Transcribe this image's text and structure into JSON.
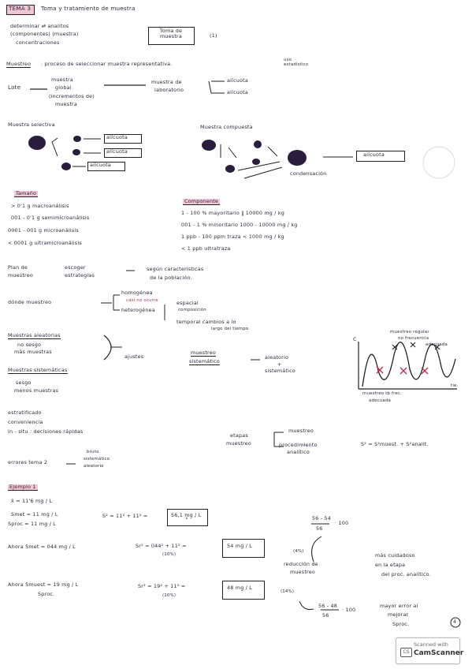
{
  "title": {
    "topic_box": "TEMA 3",
    "text": "Toma y tratamiento de muestra"
  },
  "intro": {
    "l1": "determinar ⇄ analitos",
    "l2": "(componentes) (muestra)",
    "l3": "concentraciones",
    "box": "Toma de muestra",
    "num": "(1)"
  },
  "muestreo": {
    "head": "Muestreo",
    "def": ": proceso de seleccionar muestra representativa.",
    "side": "uso estadístico"
  },
  "lote": {
    "label": "Lote",
    "b1": "muestra",
    "b2": "global",
    "b3": "(incrementos de)",
    "b4": "muestra",
    "lab1": "muestra de",
    "lab2": "laboratorio",
    "al1": "alícuota",
    "al2": "alícuota"
  },
  "selectiva": {
    "head": "Muestra selectiva",
    "a1": "alícuota",
    "a2": "alícuota",
    "a3": "alícuota"
  },
  "compuesta": {
    "head": "Muestra compuesta",
    "cond": "condensación",
    "al": "alícuota"
  },
  "tamano": {
    "head": "Tamaño",
    "rows": [
      "> 0'1 g  macroanálisis",
      "001 - 0'1 g  semimicroanálisis",
      "0001 - 001 g  microanálisis",
      "< 0001 g  ultramicroanálisis"
    ]
  },
  "componente": {
    "head": "Componente",
    "rows": [
      "1 - 100 %  mayoritario  ‖  10000 mg / kg",
      "001 - 1 %  minoritario  1000 - 10000 mg / kg",
      "1 ppb - 100 ppm  traza  < 1000 mg / kg",
      "< 1 ppb  ultratraza"
    ]
  },
  "plan": {
    "l1": "Plan de",
    "l2": "muestreo",
    "l3": "escoger",
    "l4": "estrategias",
    "r1": "según características",
    "r2": "de la población."
  },
  "donde": {
    "label": "dónde muestreo",
    "homo": "homogénea",
    "homo_note": "casi no ocurre",
    "hetero": "heterogénea",
    "esp1": "espacial",
    "esp2": "composición",
    "temp1": "temporal  cambios a lo",
    "temp2": "largo del tiempo"
  },
  "tipos": {
    "aleat": "Muestras aleatorias",
    "a1": "no sesgo",
    "a2": "más muestras",
    "sist": "Muestras sistemáticas",
    "s1": "sesgo",
    "s2": "menos muestras",
    "ajustes": "ajustes",
    "m1": "muestreo",
    "m2": "sistemático",
    "r1": "aleatorio",
    "r2": "+",
    "r3": "sistemático"
  },
  "grafico": {
    "c": "C",
    "top1": "muestreo regular",
    "top2": "no frecuencia",
    "top3": "adecuada",
    "bot1": "muestreo tb frec.",
    "bot2": "adecuada",
    "tie": "tie."
  },
  "otros": {
    "e1": "estratificado",
    "e2": "conveniencia",
    "e3": "in - situ : decisiones rápidas"
  },
  "etapas": {
    "l1": "etapas",
    "l2": "muestreo",
    "m1": "muestreo",
    "m2": "procedimiento",
    "m3": "analítico",
    "eq": "S² = S²muest. + S²analit."
  },
  "errores": {
    "l": "errores  tema 2",
    "r1": "bruto",
    "r2": "sistemático",
    "r3": "aleatorio"
  },
  "ejemplo": {
    "head": "Ejemplo 1",
    "xbar": "x̄ = 11'6 mg / L",
    "smet": "Smet = 11 mg / L",
    "sproc": "Sproc = 11 mg / L",
    "eq1": "S² = 11² + 11² =",
    "res1": "56,1 mg / L",
    "frac1": "56 - 54",
    "frac1b": "56",
    "x100a": "· 100",
    "ahora1": "Ahora  Smet = 044 mg / L",
    "eq2": "Sr² = 044² + 11² =",
    "p2": "(10%)",
    "res2": "54 mg / L",
    "pct1": "(4%)",
    "red1": "reducción de",
    "red2": "muestreo",
    "mas1": "más cuidadoso",
    "mas2": "en la etapa",
    "mas3": "del proc. analítico.",
    "ahora2": "Ahora  Smuest = 19 mg / L",
    "sproc2": "Sproc.",
    "eq3": "Sr² = 19² + 11² =",
    "p3": "(10%)",
    "res3": "48 mg / L",
    "pct2": "(14%)",
    "frac2": "56 - 48",
    "frac2b": "56",
    "x100b": "· 100",
    "mayor1": "mayor error al",
    "mayor2": "mejorar",
    "mayor3": "Sproc."
  },
  "page_num": "4",
  "scanner": {
    "line1": "Scanned with",
    "line2": "CamScanner",
    "icon": "CS"
  }
}
